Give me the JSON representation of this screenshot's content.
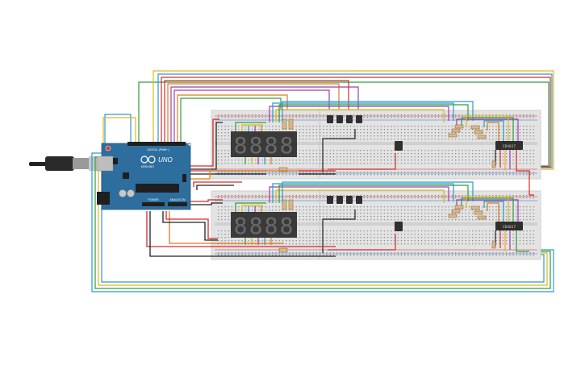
{
  "board": {
    "brand_label": "UNO",
    "sub_label": "ARDUINO",
    "power_label": "POWER",
    "analog_label": "ANALOG IN",
    "digital_label": "DIGITAL (PWM~)"
  },
  "circuits": [
    {
      "display_digits": [
        "8",
        "8",
        "8",
        "8"
      ],
      "counter_chip_label": "CD4017"
    },
    {
      "display_digits": [
        "8",
        "8",
        "8",
        "8"
      ],
      "counter_chip_label": "CD4017"
    }
  ],
  "colors": {
    "breadboard": "#e3e3e3",
    "board_blue": "#2d6e9f",
    "wire_red": "#d62a2a",
    "wire_black": "#222222",
    "wire_green": "#2e9e3a",
    "wire_yellow": "#e0b818",
    "wire_purple": "#9a3fb0",
    "wire_orange": "#e07a1a",
    "wire_blue": "#2a9bd0",
    "wire_brown": "#8a5a2b"
  }
}
